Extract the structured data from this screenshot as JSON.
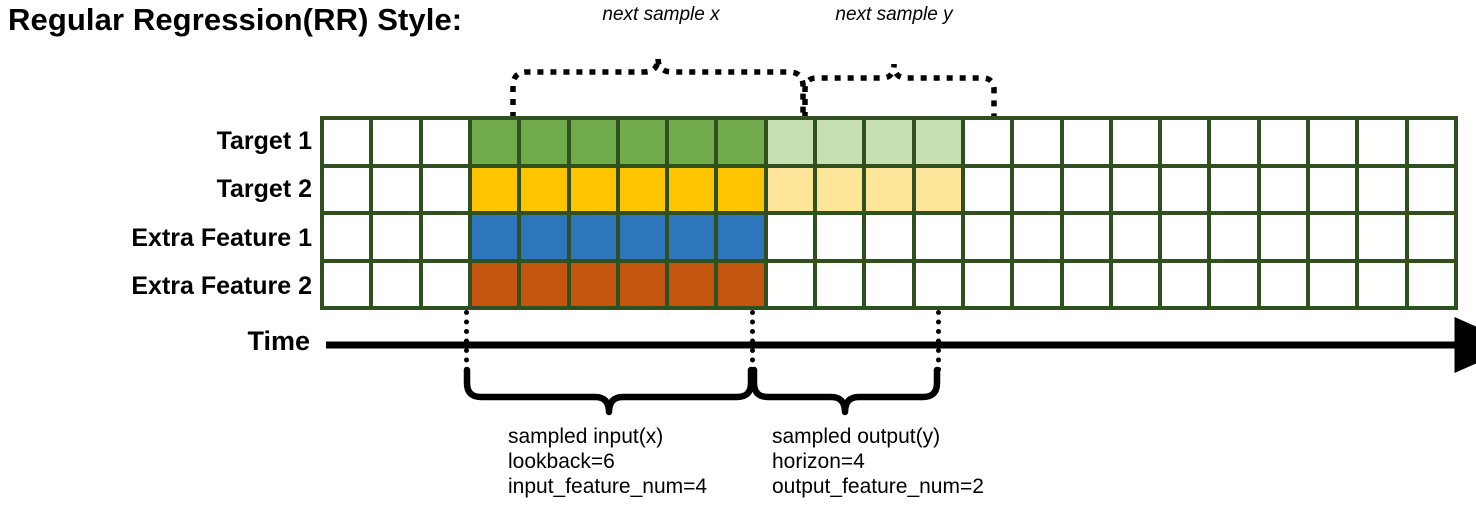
{
  "title": "Regular Regression(RR) Style:",
  "annotations": {
    "next_sample_x": "next sample x",
    "next_sample_y": "next sample y"
  },
  "rows": [
    {
      "label": "Target 1",
      "key": "target-1"
    },
    {
      "label": "Target 2",
      "key": "target-2"
    },
    {
      "label": "Extra Feature 1",
      "key": "extra-feature-1"
    },
    {
      "label": "Extra Feature 2",
      "key": "extra-feature-2"
    }
  ],
  "axis": {
    "label": "Time"
  },
  "captions": {
    "input": {
      "line1": "sampled input(x)",
      "line2": "lookback=6",
      "line3": "input_feature_num=4"
    },
    "output": {
      "line1": "sampled output(y)",
      "line2": "horizon=4",
      "line3": "output_feature_num=2"
    }
  },
  "colors": {
    "grid_border": "#31501F",
    "empty": "#FFFFFF",
    "target_1_input": "#6FAB4B",
    "target_1_output": "#C6E0B4",
    "target_2_input": "#FFC400",
    "target_2_output": "#FFE599",
    "extra_feature_1": "#2E76BC",
    "extra_feature_2": "#C4550F"
  },
  "chart_data": {
    "type": "heatmap",
    "title": "Regular Regression(RR) Style:",
    "columns": 23,
    "rows": 4,
    "row_labels": [
      "Target 1",
      "Target 2",
      "Extra Feature 1",
      "Extra Feature 2"
    ],
    "lookback": 6,
    "horizon": 4,
    "input_feature_num": 4,
    "output_feature_num": 2,
    "input_window_columns": [
      3,
      4,
      5,
      6,
      7,
      8
    ],
    "output_window_columns": [
      9,
      10,
      11,
      12
    ],
    "cell_colors": [
      [
        "#FFFFFF",
        "#FFFFFF",
        "#FFFFFF",
        "#6FAB4B",
        "#6FAB4B",
        "#6FAB4B",
        "#6FAB4B",
        "#6FAB4B",
        "#6FAB4B",
        "#C6E0B4",
        "#C6E0B4",
        "#C6E0B4",
        "#C6E0B4",
        "#FFFFFF",
        "#FFFFFF",
        "#FFFFFF",
        "#FFFFFF",
        "#FFFFFF",
        "#FFFFFF",
        "#FFFFFF",
        "#FFFFFF",
        "#FFFFFF",
        "#FFFFFF"
      ],
      [
        "#FFFFFF",
        "#FFFFFF",
        "#FFFFFF",
        "#FFC400",
        "#FFC400",
        "#FFC400",
        "#FFC400",
        "#FFC400",
        "#FFC400",
        "#FFE599",
        "#FFE599",
        "#FFE599",
        "#FFE599",
        "#FFFFFF",
        "#FFFFFF",
        "#FFFFFF",
        "#FFFFFF",
        "#FFFFFF",
        "#FFFFFF",
        "#FFFFFF",
        "#FFFFFF",
        "#FFFFFF",
        "#FFFFFF"
      ],
      [
        "#FFFFFF",
        "#FFFFFF",
        "#FFFFFF",
        "#2E76BC",
        "#2E76BC",
        "#2E76BC",
        "#2E76BC",
        "#2E76BC",
        "#2E76BC",
        "#FFFFFF",
        "#FFFFFF",
        "#FFFFFF",
        "#FFFFFF",
        "#FFFFFF",
        "#FFFFFF",
        "#FFFFFF",
        "#FFFFFF",
        "#FFFFFF",
        "#FFFFFF",
        "#FFFFFF",
        "#FFFFFF",
        "#FFFFFF",
        "#FFFFFF"
      ],
      [
        "#FFFFFF",
        "#FFFFFF",
        "#FFFFFF",
        "#C4550F",
        "#C4550F",
        "#C4550F",
        "#C4550F",
        "#C4550F",
        "#C4550F",
        "#FFFFFF",
        "#FFFFFF",
        "#FFFFFF",
        "#FFFFFF",
        "#FFFFFF",
        "#FFFFFF",
        "#FFFFFF",
        "#FFFFFF",
        "#FFFFFF",
        "#FFFFFF",
        "#FFFFFF",
        "#FFFFFF",
        "#FFFFFF",
        "#FFFFFF"
      ]
    ],
    "xlabel": "Time",
    "ylabel": "",
    "grid": true,
    "legend": "none",
    "annotations": [
      "next sample x",
      "next sample y",
      "sampled input(x)",
      "sampled output(y)"
    ]
  }
}
